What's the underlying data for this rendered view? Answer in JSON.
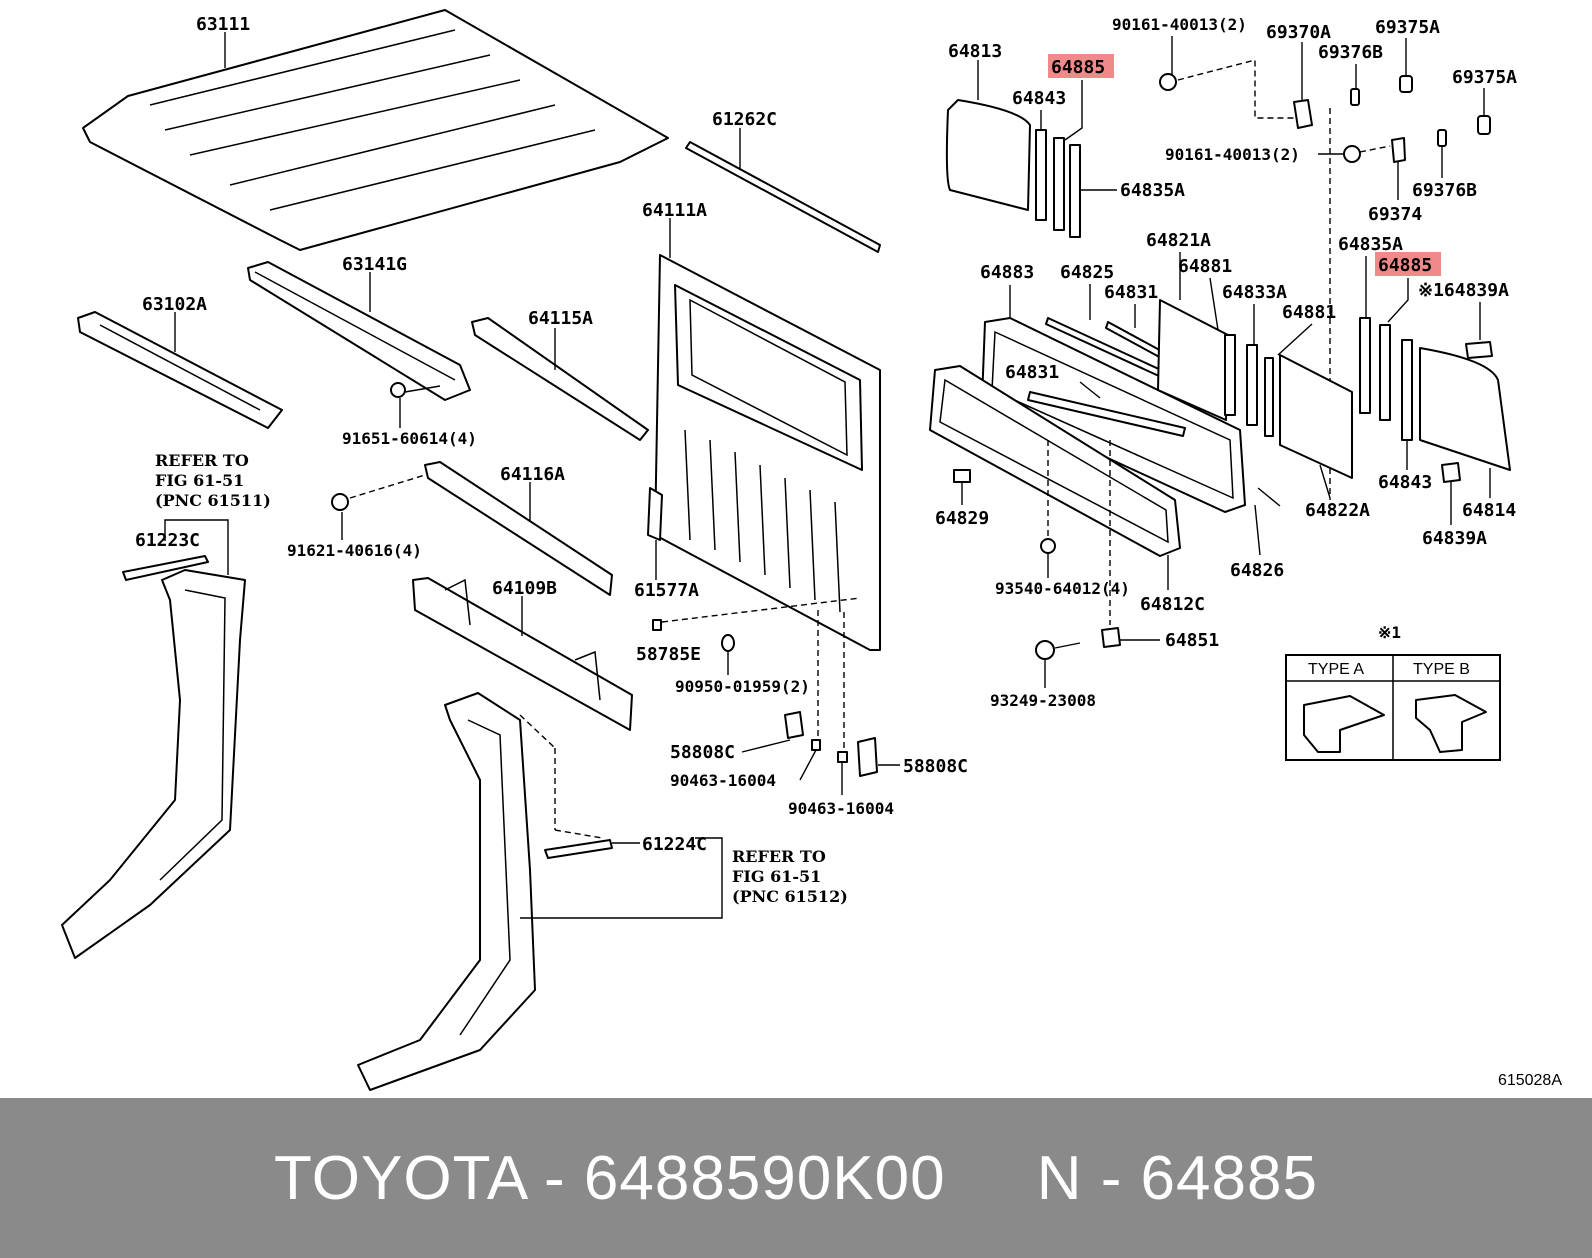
{
  "diagram": {
    "labels": {
      "p63111": "63111",
      "p61262C": "61262C",
      "p64111A": "64111A",
      "p63141G": "63141G",
      "p63102A": "63102A",
      "p64115A": "64115A",
      "p91651": "91651-60614(4)",
      "p64116A": "64116A",
      "p91621": "91621-40616(4)",
      "p61223C": "61223C",
      "p64109B": "64109B",
      "p61577A": "61577A",
      "p58785E": "58785E",
      "p90950": "90950-01959(2)",
      "p58808C_l": "58808C",
      "p90463_l": "90463-16004",
      "p90463_r": "90463-16004",
      "p58808C_r": "58808C",
      "p61224C": "61224C",
      "p64813": "64813",
      "p64885_t": "64885",
      "p64843_t": "64843",
      "p64835A_t": "64835A",
      "p90161_t": "90161-40013(2)",
      "p69370A": "69370A",
      "p69375A_t": "69375A",
      "p69376B_t": "69376B",
      "p69375A_r": "69375A",
      "p90161_m": "90161-40013(2)",
      "p69376B_r": "69376B",
      "p69374": "69374",
      "p64835A_r": "64835A",
      "p64885_r": "64885",
      "p64839A_t": "※164839A",
      "p64883": "64883",
      "p64825": "64825",
      "p64821A": "64821A",
      "p64881_t": "64881",
      "p64831_t": "64831",
      "p64833A": "64833A",
      "p64881_r": "64881",
      "p64831_m": "64831",
      "p64829": "64829",
      "p64822A": "64822A",
      "p64843_b": "64843",
      "p64814": "64814",
      "p64839A_b": "64839A",
      "p64826": "64826",
      "p93540": "93540-64012(4)",
      "p64812C": "64812C",
      "p64851": "64851",
      "p93249": "93249-23008"
    },
    "notes": {
      "refer_left": [
        "REFER TO",
        "FIG 61-51",
        "(PNC 61511)"
      ],
      "refer_right": [
        "REFER TO",
        "FIG 61-51",
        "(PNC 61512)"
      ]
    },
    "type_box": {
      "marker": "※1",
      "type_a": "TYPE A",
      "type_b": "TYPE B"
    },
    "highlight_color": "#f08a8a",
    "ref_code": "615028A"
  },
  "footer": {
    "text": "TOYOTA - 6488590K00     N - 64885",
    "background": "#8a8a8a"
  }
}
